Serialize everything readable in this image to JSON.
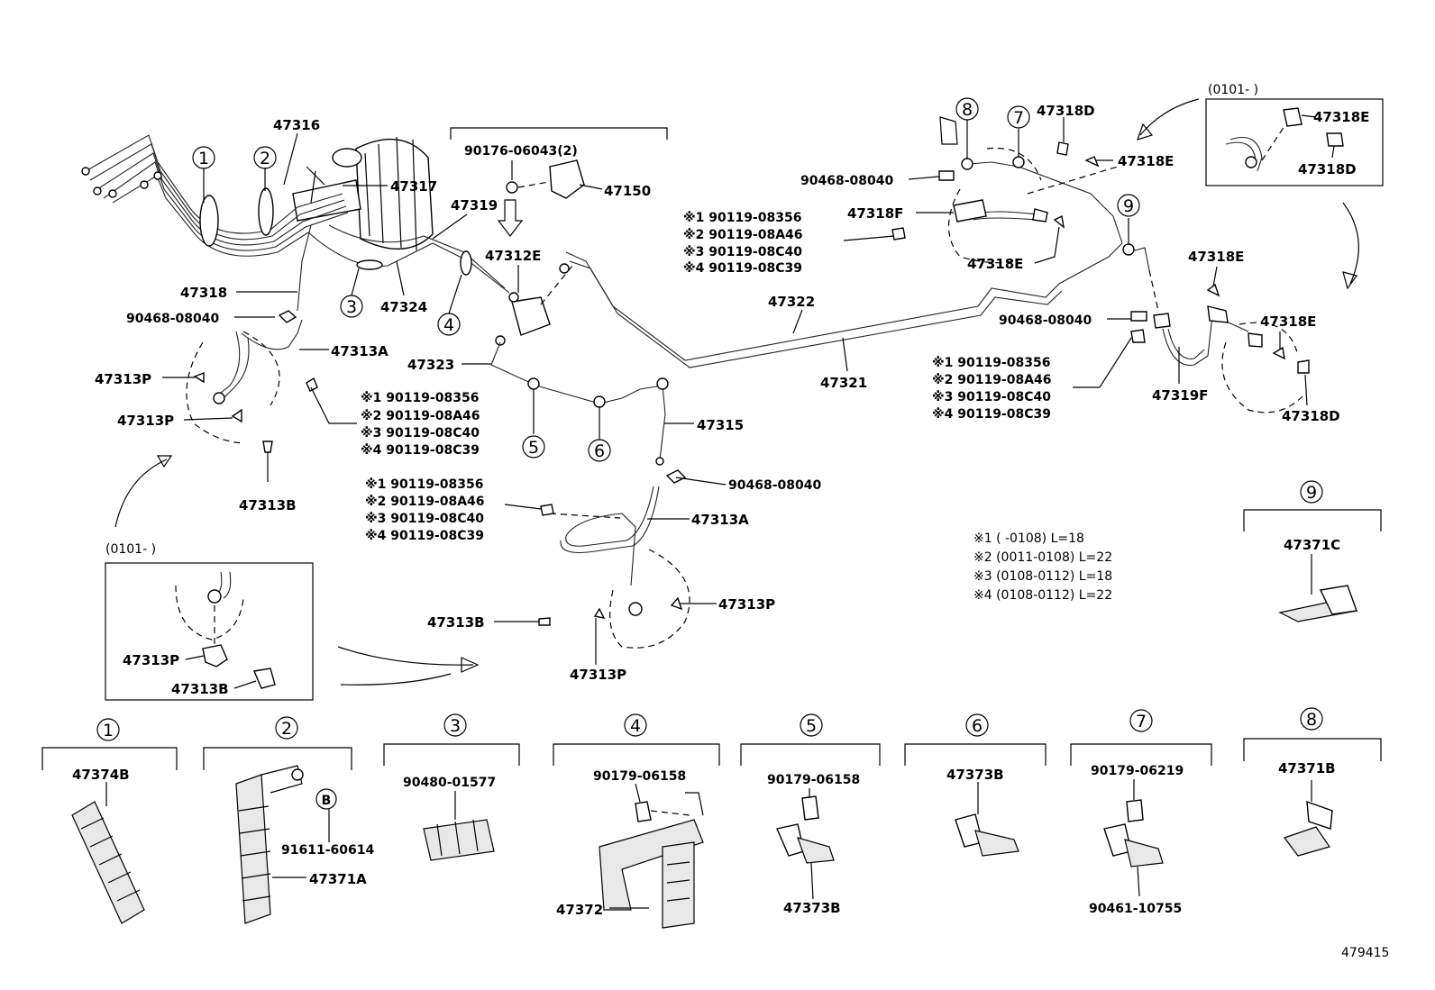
{
  "figure_id": "479415",
  "markers": [
    "1",
    "2",
    "3",
    "4",
    "5",
    "6",
    "7",
    "8",
    "9",
    "B"
  ],
  "main_labels": {
    "p47316": "47316",
    "p47317": "47317",
    "p47318": "47318",
    "p47319": "47319",
    "p47324": "47324",
    "p47323": "47323",
    "p47312E": "47312E",
    "p47150": "47150",
    "p90176": "90176-06043(2)",
    "p47322": "47322",
    "p47321": "47321",
    "p47315": "47315",
    "fl_clip": "90468-08040",
    "fl_hose": "47313A",
    "fl_p1": "47313P",
    "fl_p2": "47313P",
    "fl_bolt": "47313B",
    "fr_clip": "90468-08040",
    "fr_hose": "47313A",
    "fr_p1": "47313P",
    "fr_p2": "47313P",
    "fr_bolt": "47313B",
    "rl_clip": "90468-08040",
    "rl_hose": "47318F",
    "rl_e1": "47318E",
    "rl_e2": "47318E",
    "rl_d": "47318D",
    "rr_clip": "90468-08040",
    "rr_hose": "47319F",
    "rr_e1": "47318E",
    "rr_e2": "47318E",
    "rr_d": "47318D",
    "inset_tl_header": "(0101-        )",
    "inset_tl_e": "47318E",
    "inset_tl_d": "47318D",
    "inset_fl_header": "(0101-        )",
    "inset_fl_p": "47313P",
    "inset_fl_b": "47313B"
  },
  "bolt_group": [
    "※1 90119-08356",
    "※2 90119-08A46",
    "※3 90119-08C40",
    "※4 90119-08C39"
  ],
  "legend_notes": [
    "※1 (        -0108) L=18",
    "※2 (0011-0108) L=22",
    "※3 (0108-0112) L=18",
    "※4 (0108-0112) L=22"
  ],
  "bottom_parts": {
    "b1": "47374B",
    "b2a": "91611-60614",
    "b2b": "47371A",
    "b3": "90480-01577",
    "b4a": "90179-06158",
    "b4b": "47372",
    "b5a": "90179-06158",
    "b5b": "47373B",
    "b6": "47373B",
    "b7a": "90179-06219",
    "b7b": "90461-10755",
    "b8": "47371B",
    "b9": "47371C"
  }
}
